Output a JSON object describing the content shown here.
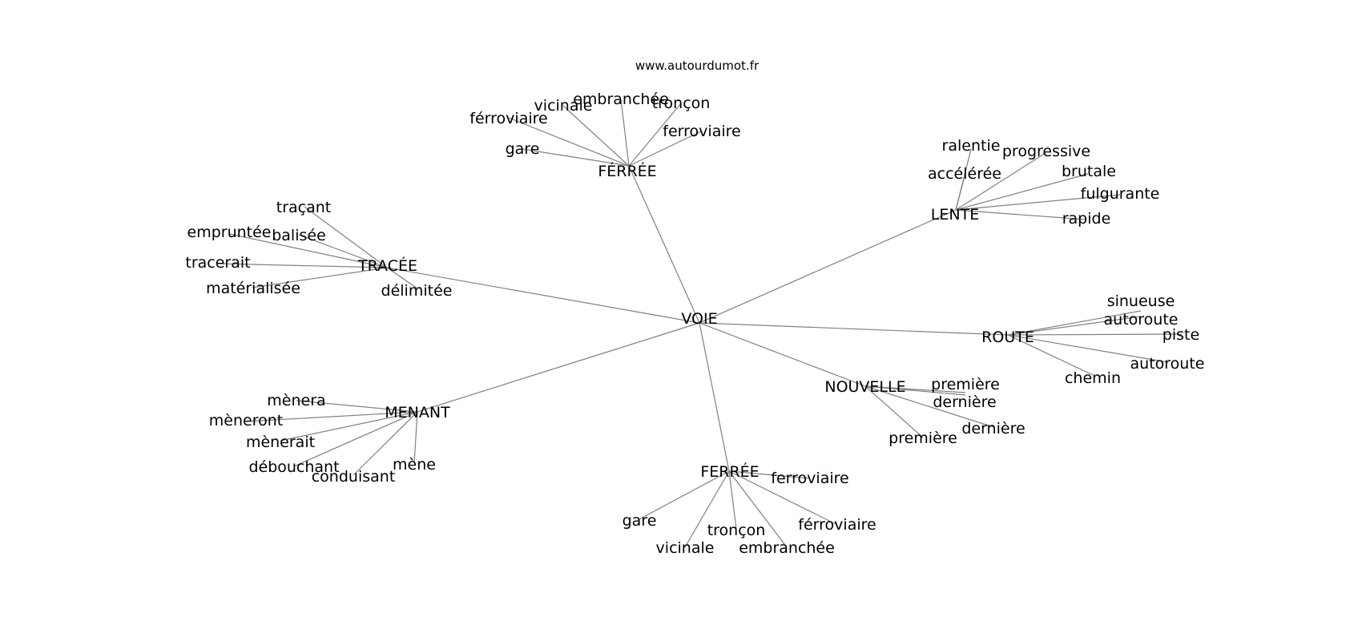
{
  "header": {
    "site": "www.autourdumot.fr"
  },
  "graph": {
    "colors": {
      "edge": "#808080",
      "text": "#000000",
      "background": "#ffffff"
    },
    "center": "VOIE",
    "hubs": [
      {
        "label": "FÉRRÉE",
        "leaves": [
          "embranchée",
          "vicinale",
          "tronçon",
          "férroviaire",
          "ferroviaire",
          "gare"
        ]
      },
      {
        "label": "LENTE",
        "leaves": [
          "ralentie",
          "progressive",
          "accélérée",
          "brutale",
          "fulgurante",
          "rapide"
        ]
      },
      {
        "label": "TRACÉE",
        "leaves": [
          "traçant",
          "empruntée",
          "balisée",
          "tracerait",
          "matérialisée",
          "délimitée"
        ]
      },
      {
        "label": "ROUTE",
        "leaves": [
          "sinueuse",
          "autoroute",
          "piste",
          "autoroute",
          "chemin"
        ]
      },
      {
        "label": "NOUVELLE",
        "leaves": [
          "première",
          "dernière",
          "dernière",
          "première"
        ]
      },
      {
        "label": "MENANT",
        "leaves": [
          "mènera",
          "mèneront",
          "mènerait",
          "débouchant",
          "conduisant",
          "mène"
        ]
      },
      {
        "label": "FERRÉE",
        "leaves": [
          "ferroviaire",
          "gare",
          "tronçon",
          "férroviaire",
          "vicinale",
          "embranchée"
        ]
      }
    ]
  }
}
